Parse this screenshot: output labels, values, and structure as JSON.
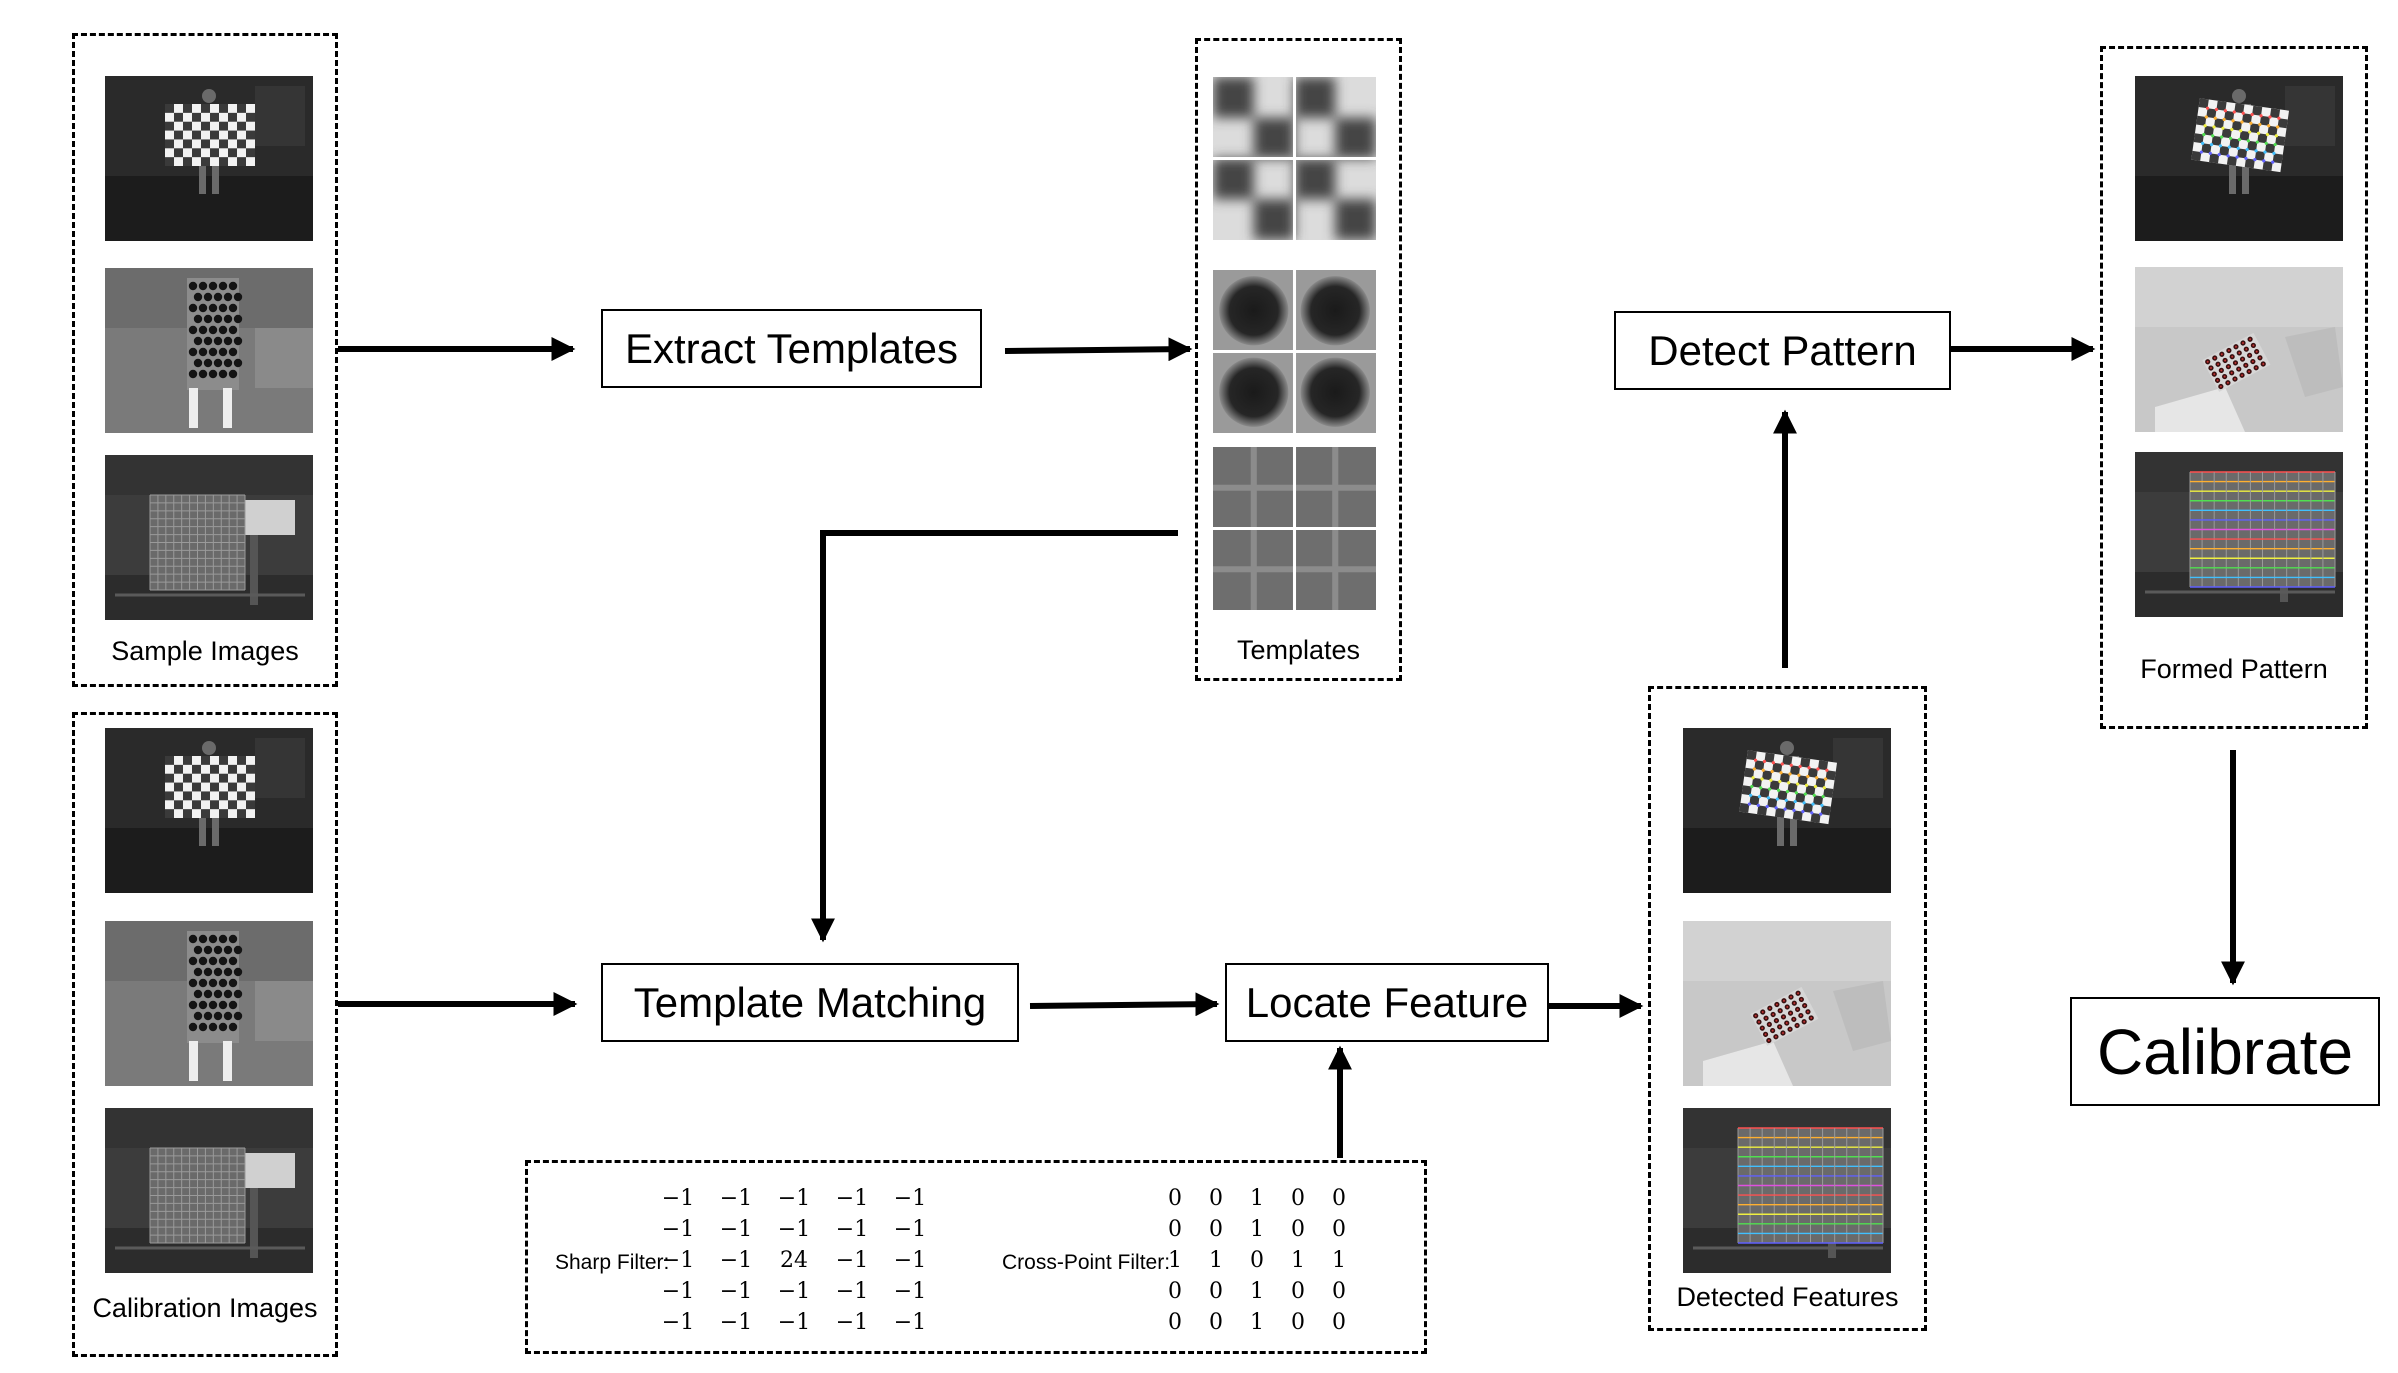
{
  "diagram": {
    "groups": {
      "sample_images": {
        "caption": "Sample Images"
      },
      "calibration_images": {
        "caption": "Calibration Images"
      },
      "templates": {
        "caption": "Templates"
      },
      "detected_features": {
        "caption": "Detected Features"
      },
      "formed_pattern": {
        "caption": "Formed Pattern"
      }
    },
    "steps": {
      "extract_templates": "Extract Templates",
      "template_matching": "Template Matching",
      "locate_feature": "Locate Feature",
      "detect_pattern": "Detect Pattern",
      "calibrate": "Calibrate"
    },
    "filters": {
      "sharp": {
        "label": "Sharp Filter:",
        "rows": [
          [
            "−1",
            "−1",
            "−1",
            "−1",
            "−1"
          ],
          [
            "−1",
            "−1",
            "−1",
            "−1",
            "−1"
          ],
          [
            "−1",
            "−1",
            "24",
            "−1",
            "−1"
          ],
          [
            "−1",
            "−1",
            "−1",
            "−1",
            "−1"
          ],
          [
            "−1",
            "−1",
            "−1",
            "−1",
            "−1"
          ]
        ]
      },
      "cross_point": {
        "label": "Cross-Point Filter:",
        "rows": [
          [
            "0",
            "0",
            "1",
            "0",
            "0"
          ],
          [
            "0",
            "0",
            "1",
            "0",
            "0"
          ],
          [
            "1",
            "1",
            "0",
            "1",
            "1"
          ],
          [
            "0",
            "0",
            "1",
            "0",
            "0"
          ],
          [
            "0",
            "0",
            "1",
            "0",
            "0"
          ]
        ]
      }
    },
    "image_kinds": [
      "checkerboard",
      "circle-grid",
      "line-grid"
    ],
    "colors": {
      "line": "#000000",
      "background": "#ffffff"
    }
  }
}
